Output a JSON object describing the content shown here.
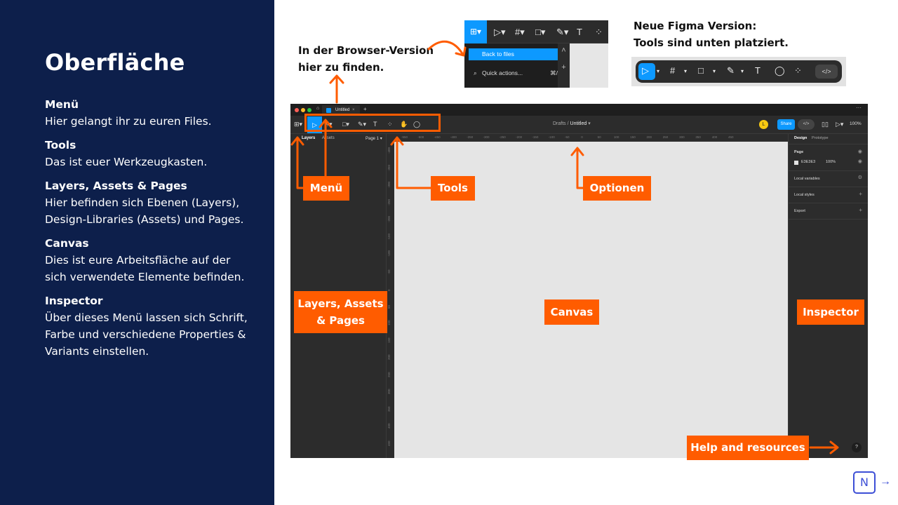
{
  "left": {
    "title": "Oberfläche",
    "items": [
      {
        "heading": "Menü",
        "text": "Hier gelangt ihr zu euren Files."
      },
      {
        "heading": "Tools",
        "text": "Das ist euer Werkzeugkasten."
      },
      {
        "heading": "Layers, Assets & Pages",
        "text": "Hier befinden sich Ebenen (Layers), Design-Libraries (Assets) und Pages."
      },
      {
        "heading": "Canvas",
        "text": "Dies ist eure Arbeitsfläche auf der sich verwendete Elemente befinden."
      },
      {
        "heading": "Inspector",
        "text": "Über dieses Menü lassen sich Schrift, Farbe und verschiedene Properties & Variants einstellen."
      }
    ]
  },
  "notes": {
    "browser_line1": "In der Browser-Version",
    "browser_line2": "hier zu finden.",
    "figma_line1": "Neue Figma Version:",
    "figma_line2": "Tools sind unten platziert."
  },
  "inset_menu": {
    "back_to_files": "Back to files",
    "quick_actions": "Quick actions...",
    "quick_actions_shortcut": "⌘/"
  },
  "figma": {
    "tab_title": "Untitled",
    "breadcrumb_parent": "Drafts",
    "breadcrumb_file": "Untitled",
    "avatar_letter": "L",
    "share_label": "Share",
    "zoom": "100%",
    "layers_tab": "Layers",
    "assets_tab": "Assets",
    "page_select": "Page 1",
    "design_tab": "Design",
    "prototype_tab": "Prototype",
    "page_section": "Page",
    "page_color": "E3E3E3",
    "page_opacity": "100%",
    "local_variables": "Local variables",
    "local_styles": "Local styles",
    "export": "Export",
    "help": "?",
    "ruler_h": [
      "-550",
      "-500",
      "-450",
      "-400",
      "-350",
      "-300",
      "-250",
      "-200",
      "-150",
      "-100",
      "-50",
      "0",
      "50",
      "100",
      "150",
      "200",
      "250",
      "300",
      "350",
      "400",
      "450"
    ],
    "ruler_v": [
      "-400",
      "-350",
      "-300",
      "-250",
      "-200",
      "-150",
      "-100",
      "-50",
      "0",
      "50",
      "100",
      "150",
      "200",
      "250",
      "300",
      "350",
      "400",
      "450"
    ]
  },
  "labels": {
    "menu": "Menü",
    "tools": "Tools",
    "options": "Optionen",
    "layers_line1": "Layers, Assets",
    "layers_line2": "& Pages",
    "canvas": "Canvas",
    "inspector": "Inspector",
    "help": "Help and resources"
  },
  "nav": {
    "logo": "N",
    "next": "→"
  },
  "colors": {
    "navy": "#0d1f4b",
    "accent": "#ff5c00",
    "figma_blue": "#0d99ff",
    "nav_blue": "#3d4fd6"
  }
}
